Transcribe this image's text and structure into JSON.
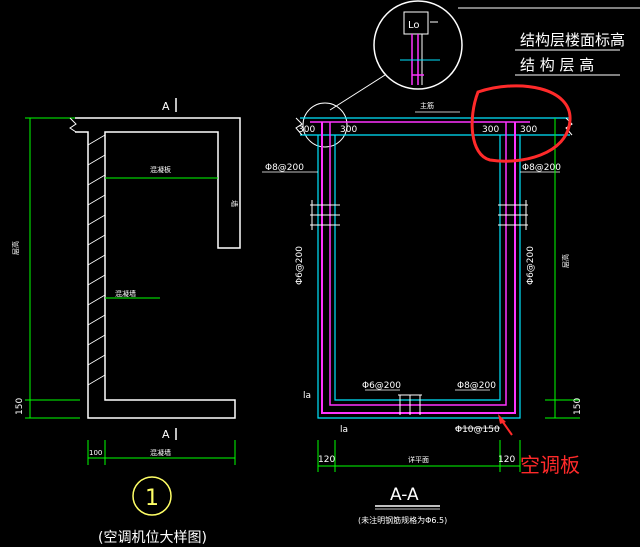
{
  "header": {
    "label_line1": "结构层楼面标高",
    "label_line2": "结 构 层 高",
    "detail_label": "Lo"
  },
  "left_view": {
    "section_mark": "A",
    "top_slab_label": "混凝板",
    "wall_label": "混凝墙",
    "side_wall_label": "墙",
    "height_label": "层高",
    "dim_150": "150",
    "dim_100": "100",
    "bottom_dim": "混凝墙",
    "circle_number": "1",
    "caption": "(空调机位大样图)"
  },
  "section_view": {
    "top_rebar_label": "主筋",
    "dim_300_a": "300",
    "dim_300_b": "300",
    "dim_300_c": "300",
    "dim_300_d": "300",
    "rebar_left": "Φ8@200",
    "rebar_right": "Φ8@200",
    "rebar_vert_left": "Φ6@200",
    "rebar_vert_right": "Φ6@200",
    "rebar_bottom_left": "Φ6@200",
    "rebar_bottom_right": "Φ8@200",
    "rebar_bottom_main": "Φ10@150",
    "la_label_1": "la",
    "la_label_2": "la",
    "height_label": "层高",
    "dim_150": "150",
    "dim_120_left": "120",
    "dim_120_right": "120",
    "bottom_width_label": "详平面",
    "title": "A-A",
    "note": "(未注明钢筋规格为Φ6.5)"
  },
  "annotation": {
    "text": "空调板",
    "color": "#ff2a2a"
  },
  "colors": {
    "background": "#000000",
    "white": "#ffffff",
    "green": "#00ff00",
    "cyan": "#00e5ff",
    "magenta": "#ff33ff",
    "red": "#ff2a2a"
  }
}
